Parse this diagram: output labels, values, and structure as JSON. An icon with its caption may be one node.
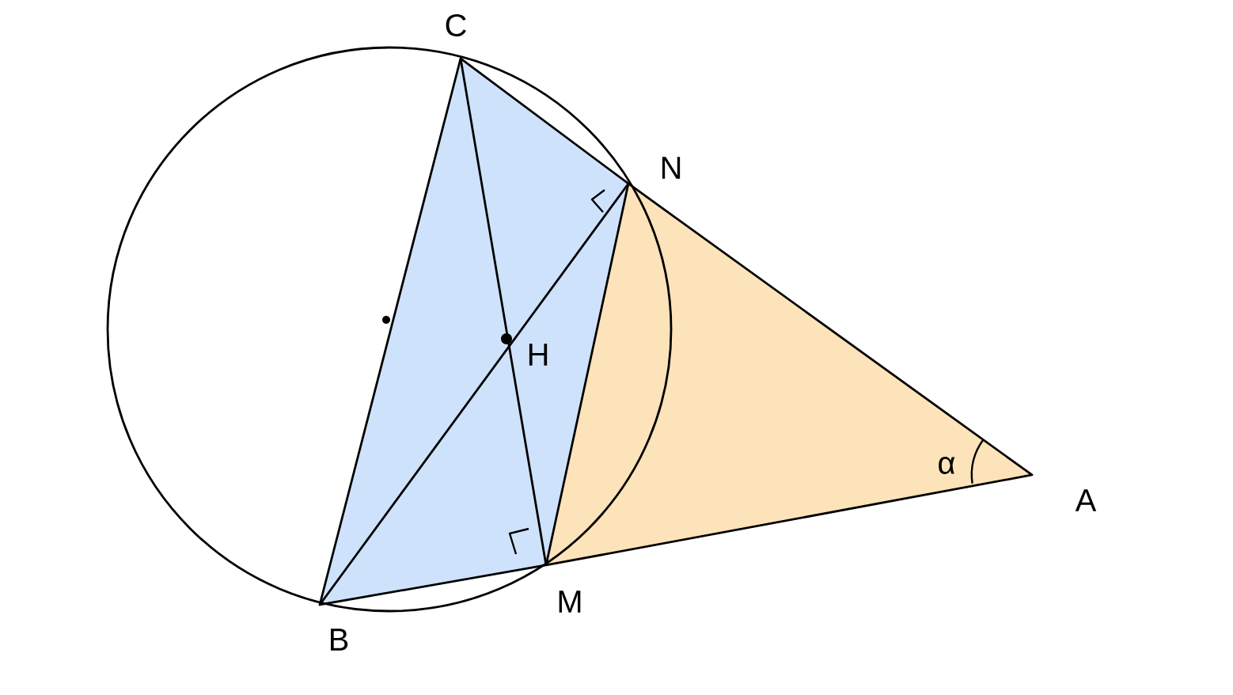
{
  "diagram": {
    "labels": [
      "C",
      "N",
      "H",
      "α",
      "A",
      "M",
      "B"
    ]
  }
}
